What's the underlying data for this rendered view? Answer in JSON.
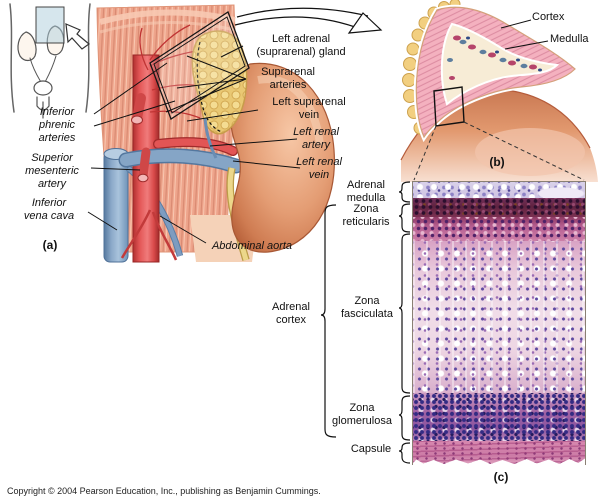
{
  "panel_a": {
    "tag": "(a)",
    "labels": {
      "left_adrenal_gland": "Left adrenal (suprarenal) gland",
      "suprarenal_arteries": "Suprarenal arteries",
      "left_suprarenal_vein": "Left suprarenal vein",
      "left_renal_artery": "Left renal artery",
      "left_renal_vein": "Left renal vein",
      "inferior_phrenic_arteries": "Inferior phrenic arteries",
      "superior_mesenteric_artery": "Superior mesenteric artery",
      "inferior_vena_cava": "Inferior vena cava",
      "abdominal_aorta": "Abdominal aorta"
    }
  },
  "panel_b": {
    "tag": "(b)",
    "labels": {
      "cortex": "Cortex",
      "medulla": "Medulla"
    }
  },
  "panel_c": {
    "tag": "(c)",
    "labels": {
      "adrenal_medulla": "Adrenal medulla",
      "zona_reticularis": "Zona reticularis",
      "zona_fasciculata": "Zona fasciculata",
      "adrenal_cortex": "Adrenal cortex",
      "zona_glomerulosa": "Zona glomerulosa",
      "capsule": "Capsule"
    }
  },
  "footer": {
    "copyright": "Copyright © 2004 Pearson Education, Inc., publishing as Benjamin Cummings."
  },
  "colors": {
    "aorta_red": "#e25555",
    "vein_blue": "#85a5c6",
    "kidney_salmon": "#e49d74",
    "gland_fat_yellow": "#f2cf80",
    "cortex_pink": "#f4b1bf",
    "medulla_cream": "#f7ecd6",
    "histology_purple": "#8a55a0",
    "histology_pink": "#f0dde8"
  }
}
